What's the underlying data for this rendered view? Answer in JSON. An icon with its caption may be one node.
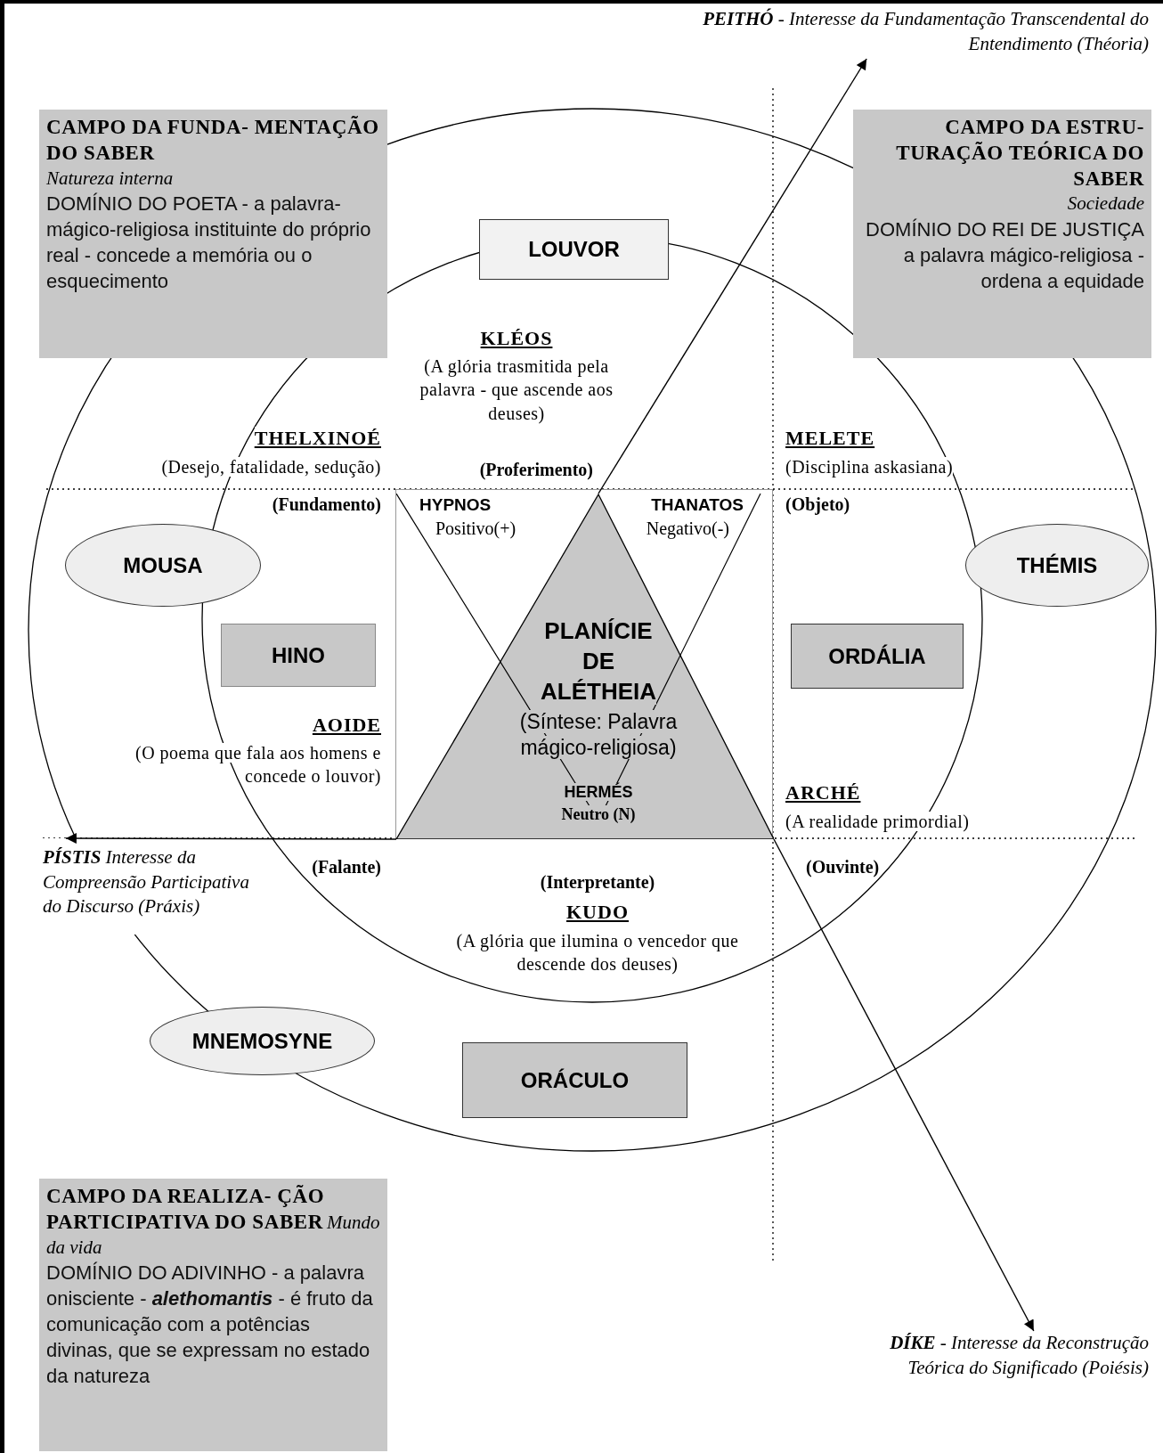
{
  "diagram": {
    "nodes": [
      {
        "text": [
          "**PEITHÓ** - Interesse da Fundamentação Transcendental do Entendimento (Théoria)"
        ]
      },
      {
        "text": [
          "CAMPO DA FUNDA- MENTAÇÃO DO SABER",
          "Natureza interna",
          "DOMÍNIO DO POETA - a palavra-mágico-religiosa instituinte do próprio real - concede a memória ou o esquecimento"
        ]
      },
      {
        "text": [
          "CAMPO DA ESTRU- TURAÇÃO TEÓRICA DO SABER",
          "Sociedade",
          "DOMÍNIO DO REI DE JUSTIÇA a palavra mágico-religiosa - ordena a equidade"
        ]
      },
      {
        "text": [
          "LOUVOR"
        ]
      },
      {
        "text": [
          "MOUSA"
        ]
      },
      {
        "text": [
          "HYPNOS",
          "Positivo(+)",
          "THANATOS",
          "Negativo(-)"
        ]
      },
      {
        "text": [
          "PLANÍCIE DE ALÉTHEIA",
          "(Síntese: Palavra mágico-religiosa)",
          "HERMÉS",
          "Neutro (N)"
        ],
        "in": 5
      },
      {
        "text": [
          "THÉMIS"
        ]
      },
      {
        "text": [
          "HINO"
        ]
      },
      {
        "text": [
          "ORDÁLIA"
        ]
      },
      {
        "text": [
          "**PÍSTIS** Interesse da Compreensão Participativa do Discurso (Práxis)"
        ]
      },
      {
        "text": [
          "MNEMOSYNE"
        ]
      },
      {
        "text": [
          "ORÁCULO"
        ]
      },
      {
        "text": [
          "CAMPO DA REALIZA- ÇÃO PARTICIPATIVA DO SABER",
          "Mundo da vida",
          "DOMÍNIO DO ADIVINHO - a palavra onisciente - **alethomantis** - é fruto da comunicação com a potências divinas, que se expressam no estado da natureza"
        ]
      },
      {
        "text": [
          "**DÍKE** - Interesse da Reconstrução Teórica do Significado (Poiésis)"
        ]
      }
    ],
    "edges": [
      {
        "from": 6,
        "to": 0,
        "arrow": "to"
      },
      {
        "from": 6,
        "to": 10,
        "arrow": "to"
      },
      {
        "from": 6,
        "to": 14,
        "arrow": "to"
      }
    ],
    "labels": [
      "KLÉOS",
      "(A glória trasmitida pela palavra - que ascende aos deuses)",
      "THELXINOÉ",
      "(Desejo, fatalidade, sedução)",
      "(Proferimento)",
      "MELETE",
      "(Disciplina askasiana)",
      "(Fundamento)",
      "(Objeto)",
      "AOIDE",
      "(O poema que fala aos homens e concede o louvor)",
      "ARCHÉ",
      "(A realidade primordial)",
      "(Falante)",
      "(Interpretante)",
      "(Ouvinte)",
      "KUDO",
      "(A glória que ilumina o vencedor que descende dos deuses)"
    ]
  }
}
